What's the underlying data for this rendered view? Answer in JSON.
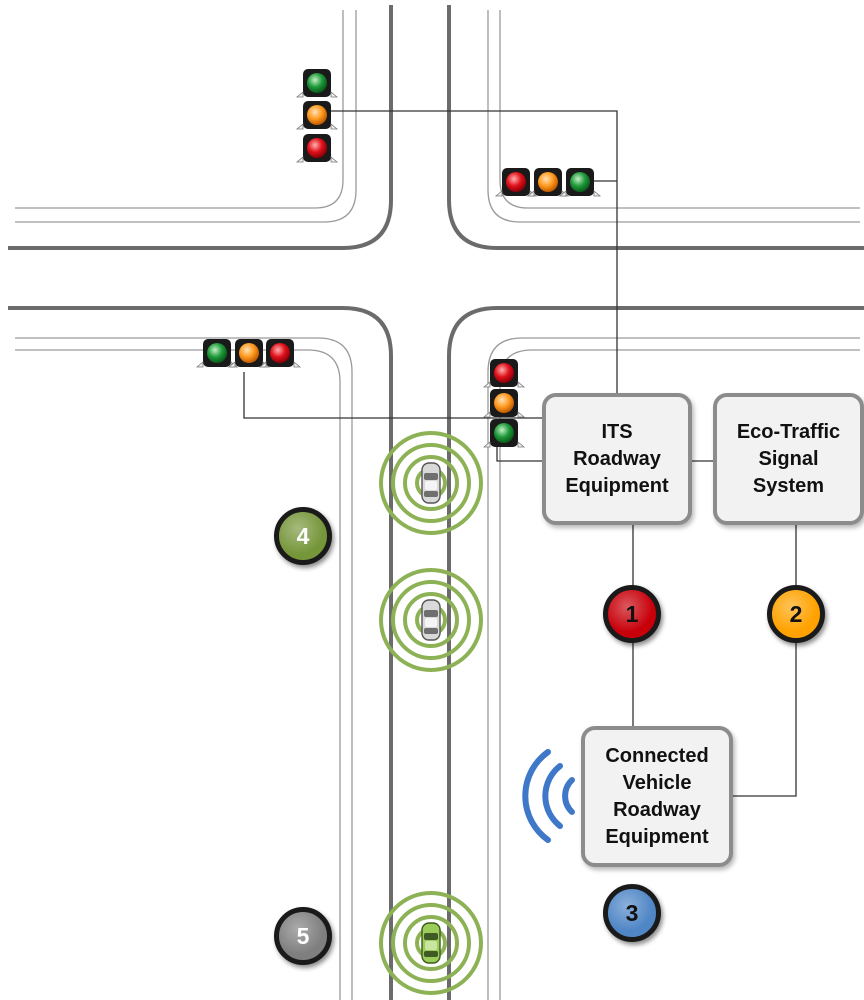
{
  "boxes": {
    "its": "ITS\nRoadway\nEquipment",
    "eco": "Eco-Traffic\nSignal\nSystem",
    "cv": "Connected\nVehicle\nRoadway\nEquipment"
  },
  "badges": [
    {
      "label": "1",
      "color": "#c8000a",
      "text_color": "#111111"
    },
    {
      "label": "2",
      "color": "#ffa200",
      "text_color": "#111111"
    },
    {
      "label": "3",
      "color": "#4f86c6",
      "text_color": "#111111"
    },
    {
      "label": "4",
      "color": "#76963a",
      "text_color": "#ffffff"
    },
    {
      "label": "5",
      "color": "#7f7f7f",
      "text_color": "#ffffff"
    }
  ],
  "colors": {
    "road_edge": "#6b6b6b",
    "lane_line": "#9a9a9a",
    "wireline": "#333333",
    "radio_ring": "#8db255",
    "antenna_wave": "#3f78c8",
    "signal_red": "#e0101a",
    "signal_amber": "#ff9a1e",
    "signal_green": "#1e9a3a",
    "car_gray": "#d9d9d9",
    "car_green": "#9ccc5a"
  },
  "icons": [
    "traffic-signal-icon",
    "car-icon",
    "radio-range-icon",
    "antenna-wave-icon"
  ]
}
